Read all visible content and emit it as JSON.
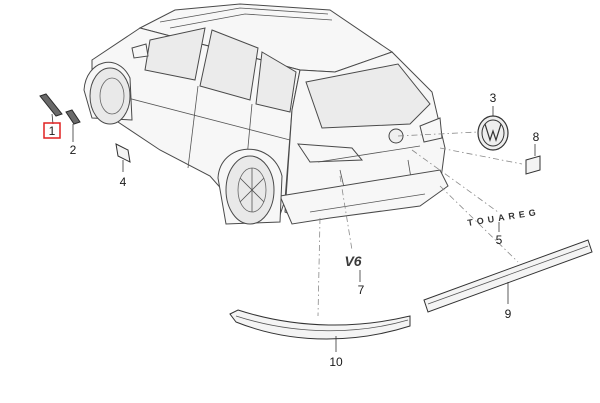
{
  "diagram": {
    "callouts": [
      {
        "id": "1",
        "text": "1",
        "highlighted": true
      },
      {
        "id": "2",
        "text": "2",
        "highlighted": false
      },
      {
        "id": "3",
        "text": "3",
        "highlighted": false
      },
      {
        "id": "4",
        "text": "4",
        "highlighted": false
      },
      {
        "id": "5",
        "text": "5",
        "highlighted": false
      },
      {
        "id": "7",
        "text": "7",
        "highlighted": false
      },
      {
        "id": "8",
        "text": "8",
        "highlighted": false
      },
      {
        "id": "9",
        "text": "9",
        "highlighted": false
      },
      {
        "id": "10",
        "text": "10",
        "highlighted": false
      }
    ],
    "lettering": {
      "model_badge": "TOUAREG",
      "v6_badge": "V6"
    },
    "colors": {
      "highlight": "#e02020",
      "line": "#333333",
      "part_fill": "#f4f4f4"
    }
  }
}
